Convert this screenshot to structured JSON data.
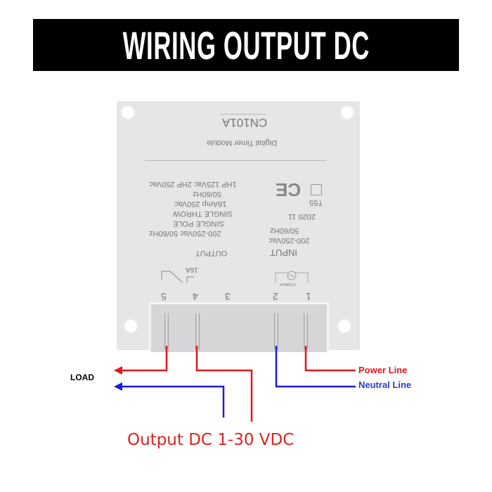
{
  "title": "WIRING OUTPUT DC",
  "module": {
    "model": "CN101A",
    "name": "Digital  Timer  Module",
    "rating_lines": [
      "1HP  125Vac  2HP  250Vac",
      "50/60Hz",
      "16Amp  250Vac",
      "SINGLE  THROW",
      "SINGLE  POLE",
      "200-250Vac 50/60Hz"
    ],
    "output_label": "OUTPUT",
    "input_label": "INPUT",
    "input_lines": [
      "200-250Vac",
      "50/60Hz"
    ],
    "date_code": "2020 11",
    "temp_code": "T55",
    "ce_mark": "CE",
    "relay_rating": "16A",
    "power_label": "POWER",
    "terminals": [
      "5",
      "4",
      "3",
      "2",
      "1"
    ]
  },
  "labels": {
    "load": "LOAD",
    "power_line": "Power Line",
    "neutral_line": "Neutral Line",
    "output": "Output DC 1-30 VDC"
  },
  "colors": {
    "power": "#e0161c",
    "neutral": "#1a1adc",
    "banner": "#000000"
  }
}
